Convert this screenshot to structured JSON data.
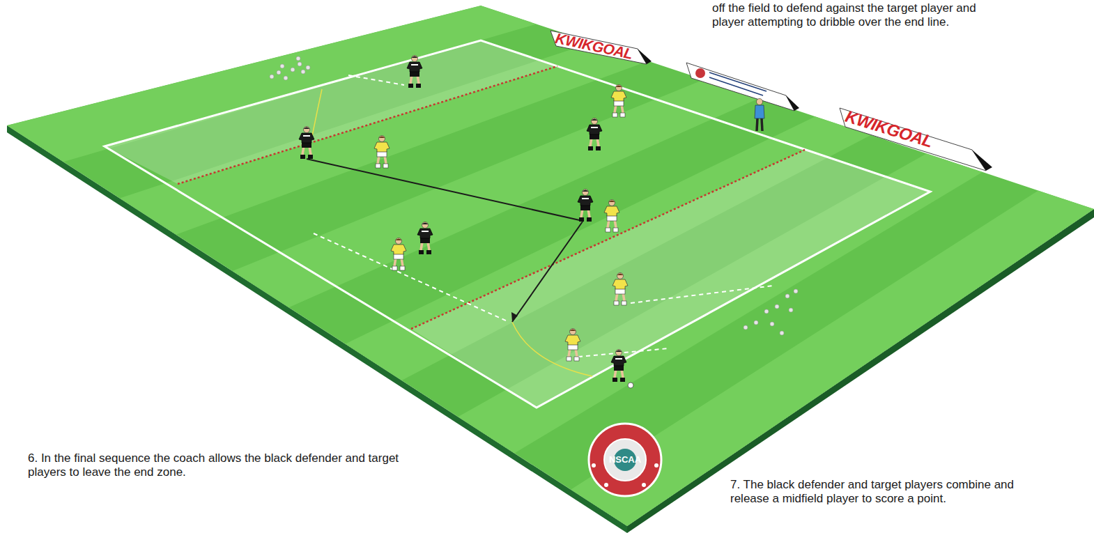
{
  "diagram": {
    "labels": [
      "off the field to defend against the target player and player attempting to dribble over the end line.",
      "KWIKGOAL",
      "KWIKGOAL",
      "NSCAA",
      "6. In the final sequence the coach allows the black defender and target players to leave the end zone.",
      "7. The black defender and target players combine and release a midfield player to score a point."
    ]
  }
}
